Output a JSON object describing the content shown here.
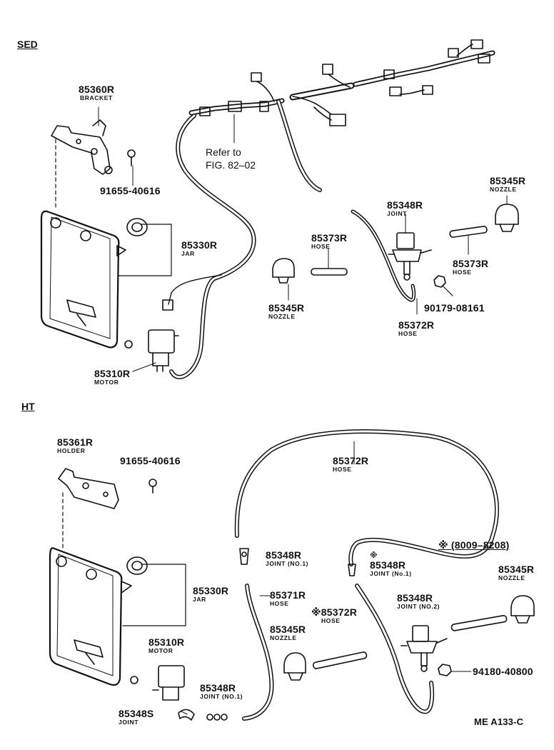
{
  "sections": {
    "top": "SED",
    "bottom": "HT"
  },
  "refer_note": {
    "line1": "Refer to",
    "line2": "FIG. 82–02"
  },
  "date_note": "※  (8009–8208)",
  "footer_code": "ME A133-C",
  "sed": {
    "bracket": {
      "part": "85360R",
      "name": "BRACKET"
    },
    "screw": {
      "part": "91655-40616"
    },
    "jar": {
      "part": "85330R",
      "name": "JAR"
    },
    "motor": {
      "part": "85310R",
      "name": "MOTOR"
    },
    "hose_a": {
      "part": "85373R",
      "name": "HOSE"
    },
    "nozzle_left": {
      "part": "85345R",
      "name": "NOZZLE"
    },
    "joint": {
      "part": "85348R",
      "name": "JOINT"
    },
    "hose_main": {
      "part": "85372R",
      "name": "HOSE"
    },
    "nozzle_right": {
      "part": "85345R",
      "name": "NOZZLE"
    },
    "hose_b": {
      "part": "85373R",
      "name": "HOSE"
    },
    "nut": {
      "part": "90179-08161"
    }
  },
  "ht": {
    "holder": {
      "part": "85361R",
      "name": "HOLDER"
    },
    "screw": {
      "part": "91655-40616"
    },
    "jar": {
      "part": "85330R",
      "name": "JAR"
    },
    "motor": {
      "part": "85310R",
      "name": "MOTOR"
    },
    "joint_s": {
      "part": "85348S",
      "name": "JOINT"
    },
    "joint_no1_a": {
      "part": "85348R",
      "name": "JOINT (NO.1)"
    },
    "joint_no1_b": {
      "part": "85348R",
      "name": "JOINT (NO.1)"
    },
    "hose_long": {
      "part": "85372R",
      "name": "HOSE"
    },
    "hose_short": {
      "part": "85371R",
      "name": "HOSE"
    },
    "nozzle_left": {
      "part": "85345R",
      "name": "NOZZLE"
    },
    "hose_marked": {
      "part": "※85372R",
      "name": "HOSE"
    },
    "joint_marked": {
      "mark": "※",
      "part": "85348R",
      "name": "JOINT (No.1)"
    },
    "joint_no2": {
      "part": "85348R",
      "name": "JOINT (NO.2)"
    },
    "nozzle_right": {
      "part": "85345R",
      "name": "NOZZLE"
    },
    "nut": {
      "part": "94180-40800"
    }
  }
}
